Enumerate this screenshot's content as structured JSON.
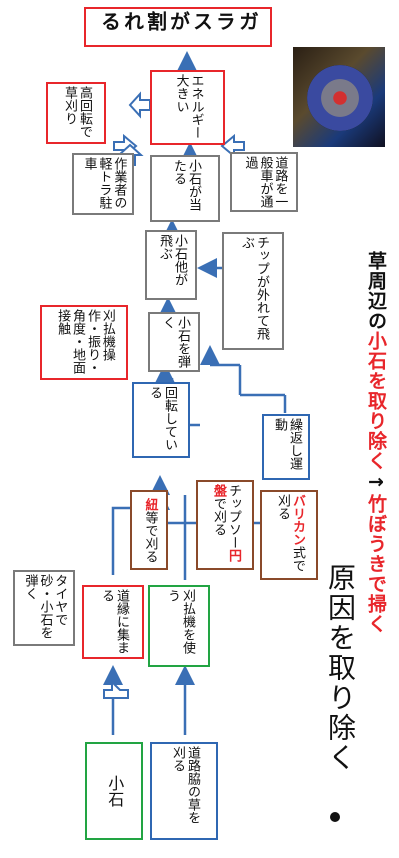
{
  "boxes": {
    "koishi": "小石",
    "tire": "タイヤで砂・小石を弾く",
    "douen": "道縁に集まる",
    "douro_waki": "道路脇の草を刈る",
    "karibarai_tsukau": "刈払機を使う",
    "himo_a": "紐",
    "himo_b": "等で刈る",
    "chip_a": "チップソー",
    "chip_b": "円盤",
    "chip_c": "で刈る",
    "barikan_a": "バリカン",
    "barikan_b": "式で刈る",
    "kaiten": "回転している",
    "kurikaeshi": "繰返し運動",
    "sousa": "刈払機操作・振り・角度・地面接触",
    "hajiku": "小石を弾く",
    "chip_hazure": "チップが外れて飛ぶ",
    "tobu": "小石他が飛ぶ",
    "keitora": "作業者の軽トラ駐車",
    "ataru": "小石が当たる",
    "ippan": "道路を一般車が通過",
    "kokaiten": "高回転で草刈り",
    "energy": "エネルギー大きい",
    "glass": "ガラスが割れる"
  },
  "bottom": {
    "heading": "原因を取り除く",
    "sub_prefix": "草周辺の",
    "sub_red1": "小石を取り除く",
    "sub_arrow": "→",
    "sub_red2": "竹ぼうきで掃く"
  },
  "colors": {
    "red": "#e8262b",
    "green": "#22a443",
    "blue": "#2f67b2",
    "brown": "#8a4a2a",
    "gray": "#7a7a7a"
  }
}
